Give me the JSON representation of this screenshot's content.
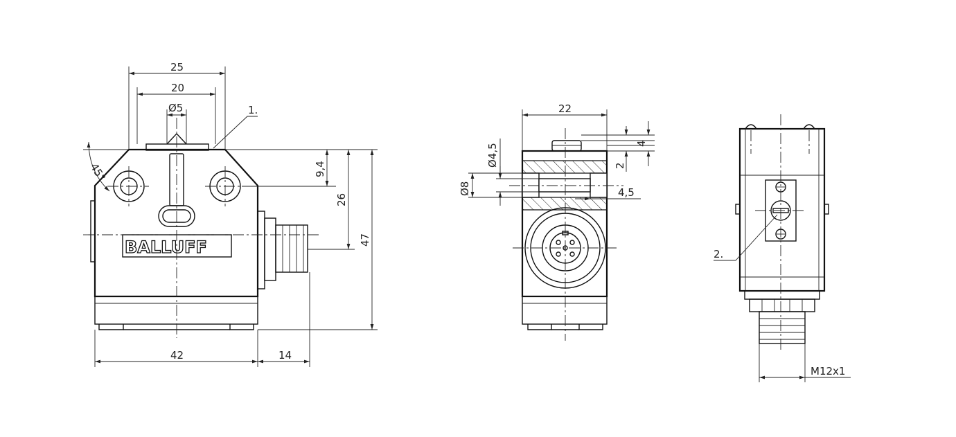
{
  "front_view": {
    "dim_25": "25",
    "dim_20": "20",
    "dim_d5": "Ø5",
    "dim_9_4": "9,4",
    "dim_26": "26",
    "dim_47": "47",
    "dim_42": "42",
    "dim_14": "14",
    "angle_45": "45°",
    "callout_1": "1.",
    "brand": "BALLUFF"
  },
  "side_view": {
    "dim_22": "22",
    "dim_d4_5": "Ø4,5",
    "dim_d8": "Ø8",
    "dim_4_5": "4,5",
    "dim_4": "4",
    "dim_2": "2"
  },
  "rear_view": {
    "callout_2": "2.",
    "thread": "M12x1"
  },
  "colors": {
    "line": "#111111",
    "background": "#ffffff"
  }
}
